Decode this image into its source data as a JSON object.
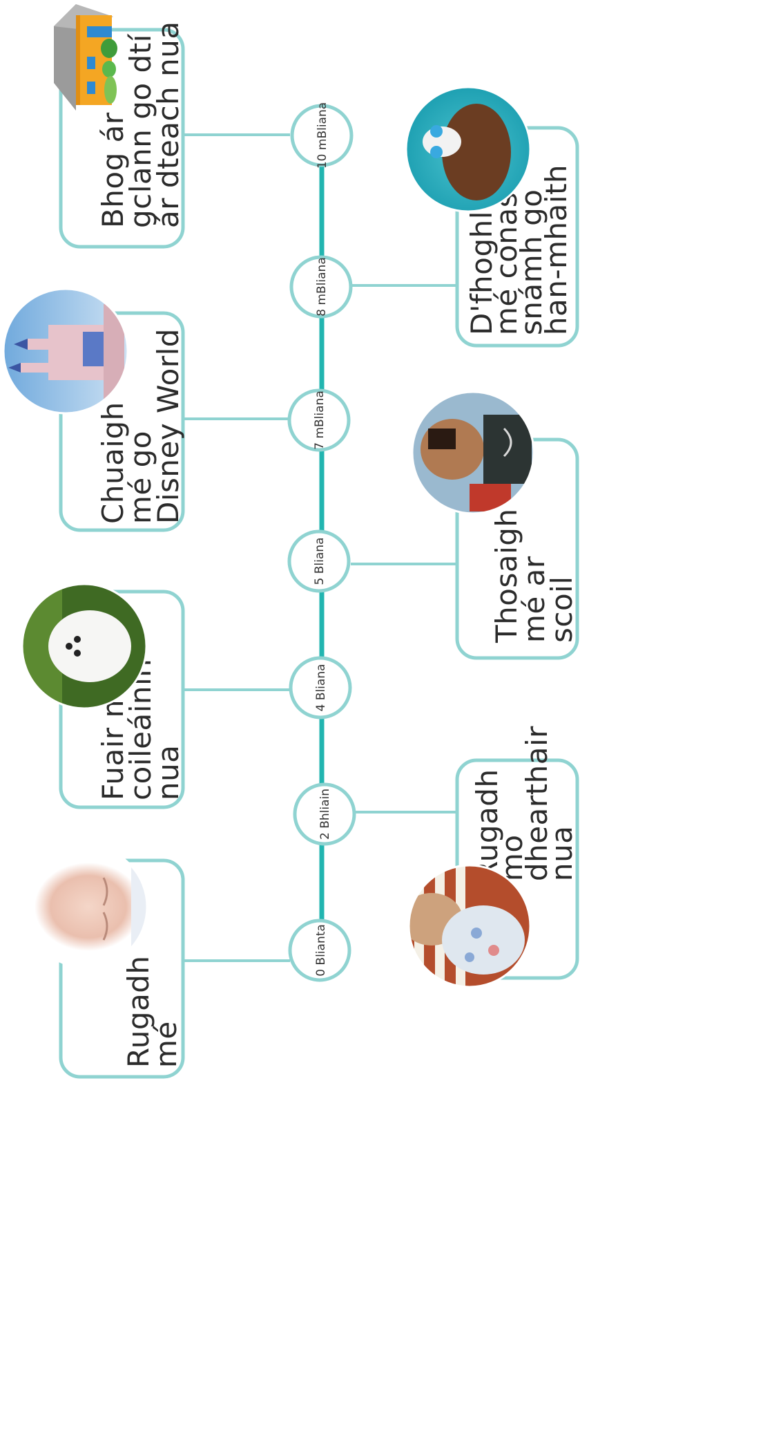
{
  "timeline": {
    "nodes": [
      {
        "id": "0",
        "label": "0 Blianta"
      },
      {
        "id": "2",
        "label": "2 Bhliain"
      },
      {
        "id": "4",
        "label": "4 Bliana"
      },
      {
        "id": "5",
        "label": "5 Bliana"
      },
      {
        "id": "7",
        "label": "7 mBliana"
      },
      {
        "id": "8",
        "label": "8 mBliana"
      },
      {
        "id": "10",
        "label": "10 mBliana"
      }
    ],
    "events": [
      {
        "node": "0",
        "lines": [
          "Rugadh",
          "mé"
        ],
        "icon": "newborn-baby-photo"
      },
      {
        "node": "2",
        "lines": [
          "Rugadh",
          "mo",
          "dhearthair",
          "nua"
        ],
        "icon": "siblings-photo"
      },
      {
        "node": "4",
        "lines": [
          "Fuair mé",
          "coileáinín",
          "nua"
        ],
        "icon": "puppy-photo"
      },
      {
        "node": "5",
        "lines": [
          "Thosaigh",
          "mé ar",
          "scoil"
        ],
        "icon": "schoolboy-photo"
      },
      {
        "node": "7",
        "lines": [
          "Chuaigh",
          "mé go",
          "Disney World"
        ],
        "icon": "castle-photo"
      },
      {
        "node": "8",
        "lines": [
          "D'fhoghlaim",
          "mé conas",
          "snámh go",
          "han-mhaith"
        ],
        "icon": "swimmer-photo"
      },
      {
        "node": "10",
        "lines": [
          "Bhog ár",
          "gclann go dtí",
          "ár dteach nua"
        ],
        "icon": "house-icon"
      }
    ]
  },
  "colors": {
    "spine": "#22b5b0",
    "outline": "#8fd3d1"
  }
}
